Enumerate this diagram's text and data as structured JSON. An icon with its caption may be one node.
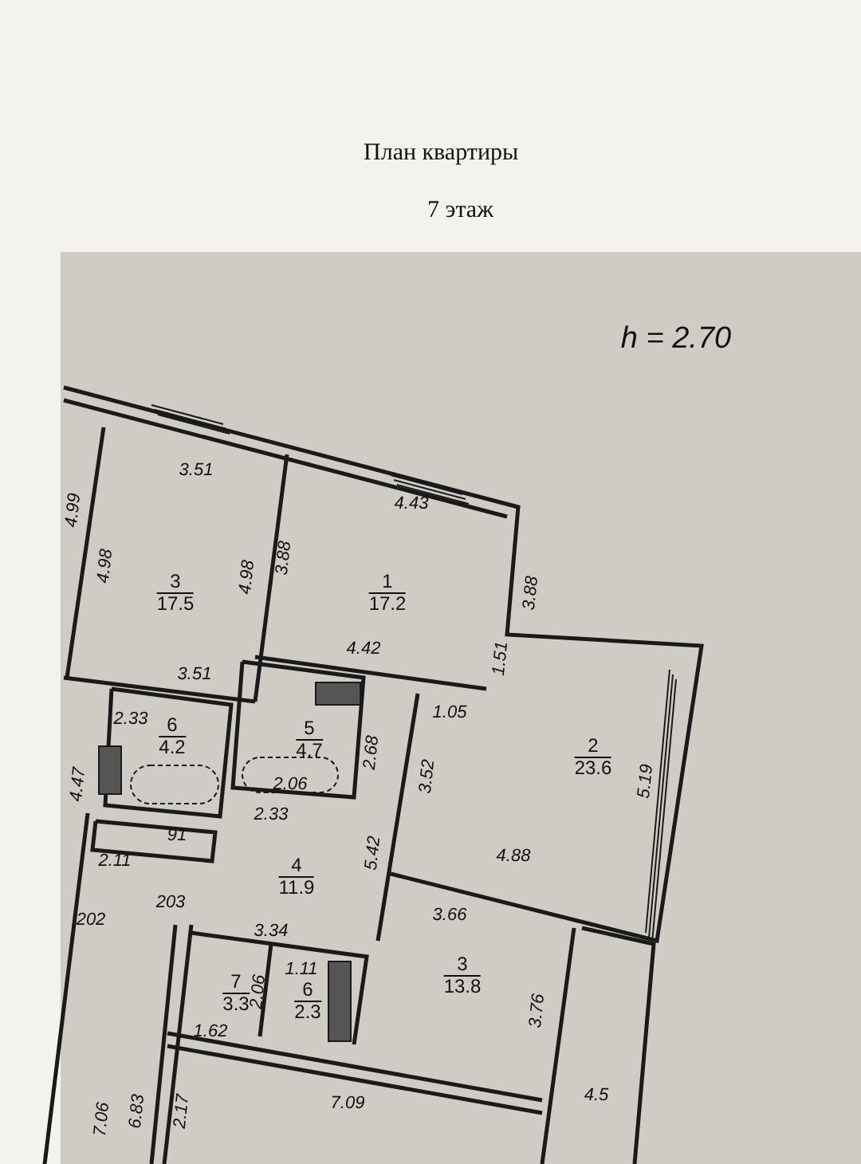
{
  "diagram": {
    "title": "План квартиры",
    "nodes": [
      {
        "text": [
          "3",
          "17.5"
        ]
      },
      {
        "text": [
          "1",
          "17.2"
        ]
      },
      {
        "text": [
          "2",
          "23.6"
        ]
      },
      {
        "text": [
          "6",
          "4.2"
        ]
      },
      {
        "text": [
          "5",
          "4.7"
        ]
      },
      {
        "text": [
          "4",
          "11.9"
        ]
      },
      {
        "text": [
          "7",
          "3.3"
        ]
      },
      {
        "text": [
          "6",
          "2.3"
        ]
      },
      {
        "text": [
          "3",
          "13.8"
        ]
      }
    ],
    "labels": [
      "7 этаж",
      "h = 2.70",
      "3.51",
      "4.43",
      "4.99",
      "4.98",
      "4.98",
      "3.88",
      "3.88",
      "3.51",
      "4.42",
      "1.51",
      "1.05",
      "2.33",
      "2.68",
      "3.52",
      "5.19",
      "2.06",
      "2.33",
      "4.47",
      "91",
      "2.11",
      "5.42",
      "4.88",
      "202",
      "203",
      "3.66",
      "3.34",
      "1.11",
      "2.06",
      "1.62",
      "3.76",
      "4.5",
      "7.09",
      "7.06",
      "6.83",
      "2.17"
    ]
  }
}
